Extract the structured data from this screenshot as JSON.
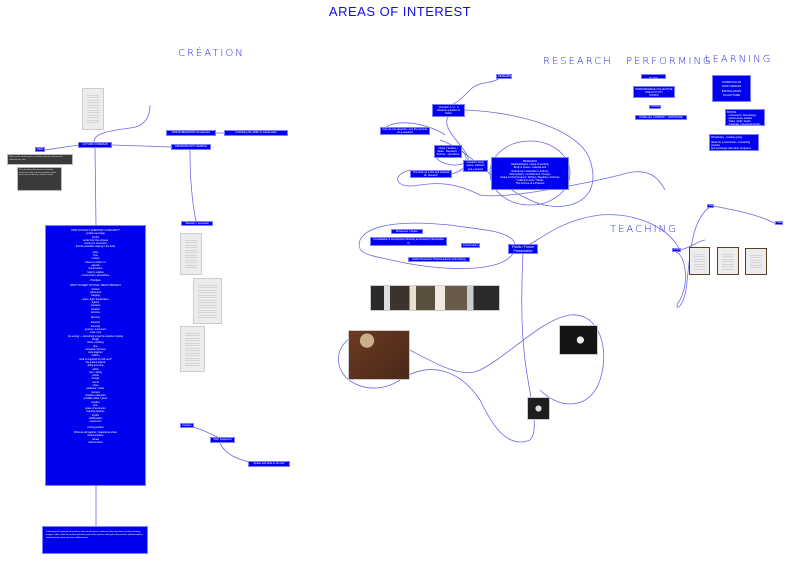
{
  "title": "AREAS OF INTEREST",
  "sections": {
    "creation": "CRÉATION",
    "research": "RESEARCH",
    "performing": "PERFORMING",
    "learning": "LEARNING",
    "teaching": "TEACHING"
  },
  "creation": {
    "studio": "A STUDIO IN BERLIN",
    "info": "INFO",
    "note1": "Notes on the studio practice, working methods and materials collected over time.",
    "note2": "Text describing the process of creation, rehearsal, tasks and documentation of the work in the studio over several months.",
    "dance_behavior": "DANCE BEHAVIOR introspection",
    "cultivating": "Cultivating the ability to create tasks",
    "crossing": "CROSSING INTO SEARCH",
    "glossary": "Glossary / exercises",
    "big_box_lines": [
      "HOW TO HOLD A QUESTION / A PROJECT?",
      "position as image",
      "rhythm",
      "words from the process",
      "words you remember",
      "find the sensation staying in the body",
      "",
      "place",
      "time",
      "context",
      "where / to whom / it",
      "agenda",
      "shared space",
      "body in relation",
      "environment / atmosphere",
      "",
      "Principles",
      "",
      "WHAT TO KEEP TO HOLD / ABOUT PROJECT",
      "choices",
      "references",
      "hanging",
      "space, light, temperature",
      "figures",
      "practices",
      "situation",
      "structure",
      "",
      "Memory",
      "",
      "attention",
      "listening",
      "gesture / movement",
      "voice / text",
      "the energy — something to get the practice of going",
      "design",
      "fabric / clothing",
      "time",
      "rehearsal / process",
      "work together",
      "relation",
      "what is important to hold next?",
      "the ground shared",
      "doing trust time",
      "ethics",
      "care / safety",
      "words",
      "thought",
      "sound",
      "notes",
      "audience / visitor",
      "moment",
      "situation / attention",
      "possible visitor / guest",
      "practice",
      "form",
      "space of encounter",
      "listening practice",
      "rhythm",
      "collaboration",
      "experiment",
      "",
      "a living practice",
      "",
      "What we do together / material we share",
      "documentation",
      "review",
      "what remains"
    ],
    "bottom_text": "Looking at the material we produce, how we document, what we keep and share: writing, drawing, images, video. How the archive becomes part of the practice and opens the process towards others, towards future work and new collaborations.",
    "feature": "Feature",
    "happened": "Well, happened",
    "next": "Space and what to do next"
  },
  "research": {
    "tag": "RESEARCH",
    "question": "Question 1 / 2 · a research question to follow",
    "outline1": "how we can describe / see the process as a research",
    "box2": "Notes / Studies / Ideas · Research · Archive · Questions",
    "box3": "Ongoing research: body, space, situation and a shared practice",
    "box4": "The body as a tool and material for research",
    "main_box": [
      "RESEARCH",
      "Methodologies / ways of working",
      "Body & space / material and",
      "Reference / Inspiration / Authors",
      "Ethnography / Architecture / Design",
      "Notes on Performance: Writing / Reading / Archives",
      "Collective work / Studio",
      "The Archive of a Practice"
    ],
    "r1": "Movement / Space",
    "r2": "Constellation & Atmosphere Drawing as Research (Exposition II)",
    "r3": "Conversation",
    "r4": "Artistic Research: Practice-based methodology",
    "r5": "Public / Forum",
    "r5b": "Presentation"
  },
  "performing": {
    "p1": "PROTOTYPE PLANS",
    "p2": [
      "PERFORMANCE COLLECTIVE",
      "ONE ACTIVITY",
      "STUDIO"
    ],
    "p3": "PLACE",
    "p4": "PARALLEL COMPANY · EXPOSURE"
  },
  "learning": {
    "l1": [
      "CURRICULUM",
      "JOINT DESIGN",
      "INSTALLATION",
      "SCULPTURE"
    ],
    "l2": [
      "BOOKS",
      "· movement / dramaturgy",
      "· performance studies",
      "· Video / Edit / Audio",
      "· materials / structural design"
    ],
    "l3": [
      "Workshops · reading group",
      "",
      "Ideas for a curriculum / a teaching practice",
      "and exchange with other programs"
    ]
  },
  "teaching": {
    "t1": "PLAN",
    "t2": "Ask",
    "t3": "Talk"
  },
  "colors": {
    "accent": "#0000f0",
    "line": "#6a6ae8"
  }
}
